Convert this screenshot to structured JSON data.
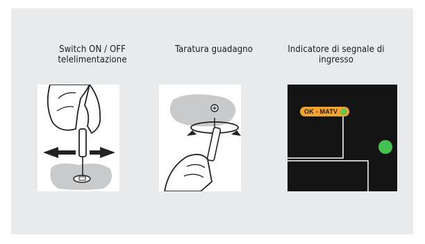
{
  "panels": [
    {
      "title_line1": "Switch ON / OFF",
      "title_line2": "telelimentazione",
      "icon": "remote-power-switch"
    },
    {
      "title_line1": "Taratura guadagno",
      "title_line2": "",
      "icon": "gain-adjustment"
    },
    {
      "title_line1": "Indicatore di segnale di",
      "title_line2": "ingresso",
      "icon": "input-signal-led"
    }
  ],
  "indicator": {
    "label": "OK - MATV",
    "pill_color": "#f2a32c",
    "led_color": "#43c24f"
  }
}
